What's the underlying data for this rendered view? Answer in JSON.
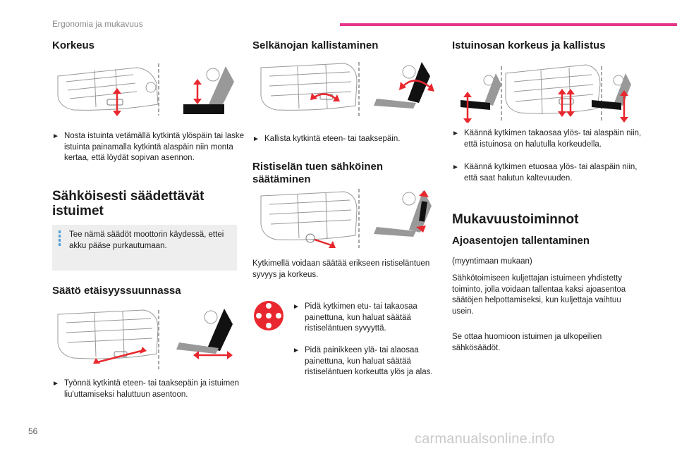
{
  "header": {
    "section": "Ergonomia ja mukavuus",
    "accent_color": "#e5358a"
  },
  "page_number": "56",
  "watermark": "carmanualsonline.info",
  "col1": {
    "height_title": "Korkeus",
    "height_bullet": "Nosta istuinta vetämällä kytkintä ylöspäin tai laske istuinta painamalla kytkintä alaspäin niin monta kertaa, että löydät sopivan asennon.",
    "electric_title": "Sähköisesti säädettävät istuimet",
    "note": "Tee nämä säädöt moottorin käydessä, ettei akku pääse purkautumaan.",
    "distance_title": "Säätö etäisyyssuunnassa",
    "distance_bullet": "Työnnä kytkintä eteen- tai taaksepäin ja istuimen liu'uttamiseksi haluttuun asentoon."
  },
  "col2": {
    "recline_title": "Selkänojan kallistaminen",
    "recline_bullet": "Kallista kytkintä eteen- tai taaksepäin.",
    "lumbar_title": "Ristiselän tuen sähköinen säätäminen",
    "lumbar_text": "Kytkimellä voidaan säätää erikseen ristiseläntuen syvyys ja korkeus.",
    "lumbar_bullet1": "Pidä kytkimen etu- tai takaosaa painettuna, kun haluat säätää ristiseläntuen syvyyttä.",
    "lumbar_bullet2": "Pidä painikkeen ylä- tai alaosaa painettuna, kun haluat säätää ristiseläntuen korkeutta ylös ja alas."
  },
  "col3": {
    "tilt_title": "Istuinosan korkeus ja kallistus",
    "tilt_bullet1": "Käännä kytkimen takaosaa ylös- tai alaspäin niin, että istuinosa on halutulla korkeudella.",
    "tilt_bullet2": "Käännä kytkimen etuosaa ylös- tai alaspäin niin, että saat halutun kaltevuuden.",
    "comfort_title": "Mukavuustoiminnot",
    "memory_title": "Ajoasentojen tallentaminen",
    "memory_optional": "(myyntimaan mukaan)",
    "memory_text": "Sähkötoimiseen kuljettajan istuimeen yhdistetty toiminto, jolla voidaan tallentaa kaksi ajoasentoa säätöjen helpottamiseksi, kun kuljettaja vaihtuu usein.",
    "memory_text2": "Se ottaa huomioon istuimen ja ulkopeilien sähkösäädöt."
  },
  "colors": {
    "arrow_red": "#e8282e",
    "note_bg": "#eeeeee",
    "note_bar": "#4ea0d8"
  }
}
